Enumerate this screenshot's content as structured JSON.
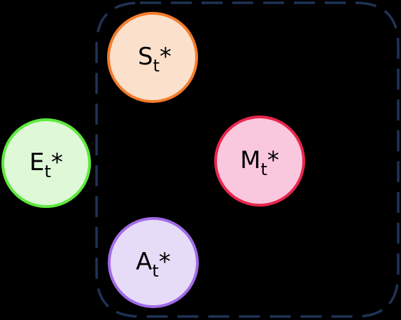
{
  "diagram": {
    "background": "#000000",
    "boundary": {
      "stroke": "#1f3356",
      "style": "dashed"
    },
    "nodes": [
      {
        "id": "S",
        "letter": "S",
        "subscript": "t",
        "suffix": "*",
        "fill": "#fbe0cc",
        "stroke": "#f47c2c"
      },
      {
        "id": "E",
        "letter": "E",
        "subscript": "t",
        "suffix": "*",
        "fill": "#def8d8",
        "stroke": "#5ee83d"
      },
      {
        "id": "M",
        "letter": "M",
        "subscript": "t",
        "suffix": "*",
        "fill": "#f9c8df",
        "stroke": "#e8264c"
      },
      {
        "id": "A",
        "letter": "A",
        "subscript": "t",
        "suffix": "*",
        "fill": "#e6dcf8",
        "stroke": "#a26ae6"
      }
    ]
  }
}
